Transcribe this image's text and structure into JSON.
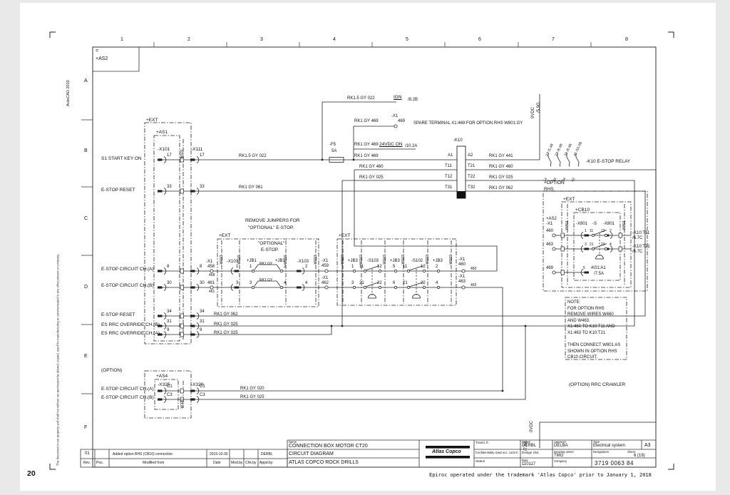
{
  "page": {
    "number": "20",
    "footer_note": "Epiroc operated under the trademark 'Atlas Copco' prior to January 1, 2018",
    "autocad": "AutoCAD 2010",
    "ownership_note": "This document is our property and shall not without our permission be altered, copied, used for manufacturing or communicated to any other person or company."
  },
  "frame": {
    "columns": [
      "1",
      "2",
      "3",
      "4",
      "5",
      "6",
      "7",
      "8"
    ],
    "rows": [
      "A",
      "B",
      "C",
      "D",
      "E",
      "F"
    ],
    "ref_eq": "=",
    "ref_as2": "+AS2"
  },
  "signals": {
    "start_key": "S1 START KEY ON",
    "estop_reset": "E-STOP RESET",
    "estop_cha": "E-STOP CIRCUIT CH.(A)",
    "estop_chb": "E-STOP CIRCUIT CH.(B)",
    "estop_reset2": "E-STOP RESET",
    "override_chb": "ES RRC OVERRIDE CH.(B)",
    "override_cha": "ES RRC OVERRIDE CH.(A)",
    "option": "(OPTION)",
    "opt_cha": "E-STOP CIRCUIT CH.(A)",
    "opt_chb": "E-STOP CIRCUIT CH.(B)"
  },
  "conn": {
    "ext": "+EXT",
    "as1": "+AS1",
    "x101": "-X101",
    "x111": "-X111",
    "w101": "-W101",
    "as4": "+AS4",
    "x325": "-X325",
    "x320": "-X320",
    "w320": "-W320"
  },
  "pins": {
    "p1": "1",
    "p2": "2",
    "p3": "3",
    "p4": "4",
    "p5": "5",
    "p6": "6",
    "p11": "11",
    "p12": "12",
    "p21": "21",
    "p22": "22",
    "p17": "17",
    "p33": "33",
    "p8": "8",
    "p30": "30",
    "p34": "34",
    "p31": "31",
    "p9": "9",
    "c1": "C1",
    "c3": "C3",
    "a1": "A1",
    "a2": "A2",
    "t11": "T11",
    "t21": "T21",
    "t12": "T12",
    "t22": "T22",
    "t31": "T31",
    "t32": "T32"
  },
  "wires": {
    "w022": "RK1.5 GY 022",
    "w061": "RK1 GY 061",
    "w469": "RK1 GY 469",
    "w460": "RK1 GY 460",
    "w025": "RK1 GY 025",
    "w441": "RK1 GY 441",
    "w062": "RK1 GY 062",
    "w020": "RK1 GY 020",
    "wrk1gy": "RK1 GY",
    "ign": "IGN",
    "ign_ref": "/8.2B",
    "vdc24": "24VDC ON",
    "vdc24_ref": "/10.2A",
    "spare": "SPARE TERMINAL X1:469 FOR OPTION RHS W801:GY",
    "x1": "-X1",
    "t469": "469",
    "t458": "458",
    "t459": "459",
    "t460": "460",
    "t461": "461",
    "t462": "462",
    "t463": "463",
    "f5": "-F5",
    "f5a": "5A",
    "ovdc": "0VDC",
    "ovdc_ref": "/5.9G",
    "ovdc_ref2": "/7.9A"
  },
  "k10": {
    "name": "-K10",
    "label": "-K10 E-STOP RELAY",
    "c13": "13 /5.4B",
    "c23": "23 /8.4B",
    "c33": "33 /8.4B",
    "c41": "41 /10.5B",
    "c14": "14",
    "c24": "24",
    "c34": "34",
    "c42": "42"
  },
  "mid": {
    "remove1": "REMOVE JUMPERS FOR",
    "remove2": "\"OPTIONAL\" E-STOP.",
    "opt1": "\"OPTIONAL\"",
    "opt2": "E-STOP.",
    "w113": "-W113",
    "w119": "-W119",
    "w103": "-W103",
    "x103": "-X103",
    "jb1": "+JB1",
    "jb3": "+JB3",
    "s103": "-S103",
    "s102": "-S102"
  },
  "rhs": {
    "option": "+OPTION",
    "rhs": "RHS",
    "ext": "+EXT",
    "cb10": "+CB10",
    "as2": "+AS2",
    "x1": "-X1",
    "w801": "-W801",
    "x801": "-X801",
    "s": "-S",
    "t460": "460",
    "t463": "463",
    "t469": "469",
    "ref_t11": "-K10:T11",
    "ref_t21": "-K10:T21",
    "ref_67": "/6.7C",
    "k01": "-K01:A1",
    "k01_ref": "/7.5A"
  },
  "note": {
    "text": "NOTE:\nFOR OPTION RHS\nREMOVE WIRES W460\nAND W463.\nX1:460 TO K10:T11 AND\nX1:463 TO K10:T21\n\nTHEN CONNECT W801 AS\nSHOWN IN OPTION RHS\nCB10 CIRCUIT.",
    "crawler": "(OPTION) RRC CRAWLER"
  },
  "title_block": {
    "rev": "01",
    "rev_desc": "Added option RHS (CB10) connection",
    "rev_date": "2015-10-30",
    "rev_appd": "DERBL",
    "h_rev": "Rev.",
    "h_pos": "Pos.",
    "h_modified": "Modified from",
    "h_date": "Date",
    "h_modby": "Mod.by",
    "h_chkby": "Chk.by",
    "h_appdby": "Appd.by",
    "name_label": "Name",
    "name": "CONNECTION BOX MOTOR CT20",
    "doc_type": "CIRCUIT DIAGRAM",
    "company": "ATLAS COPCO ROCK DRILLS",
    "logo": "Atlas Copco",
    "transl": "Transl. fr.",
    "confidentiality": "Confidentiality class acc. 1102 K",
    "status": "Status",
    "drawn_label": "Drawn",
    "drawn": "DERBL",
    "design_chd": "Design chd.",
    "date_label": "Date",
    "date": "110117",
    "approver_label": "Approver",
    "approver": "DELBA",
    "owner_label": "Drawing owner",
    "owner": "TMG",
    "company_label": "Company",
    "type_label": "Type",
    "type": "Electrical system",
    "size": "A3",
    "designation_label": "Designation",
    "sheet_label": "Sheet",
    "sheet": "6 (19)",
    "doc_number": "3719 0063 84"
  }
}
